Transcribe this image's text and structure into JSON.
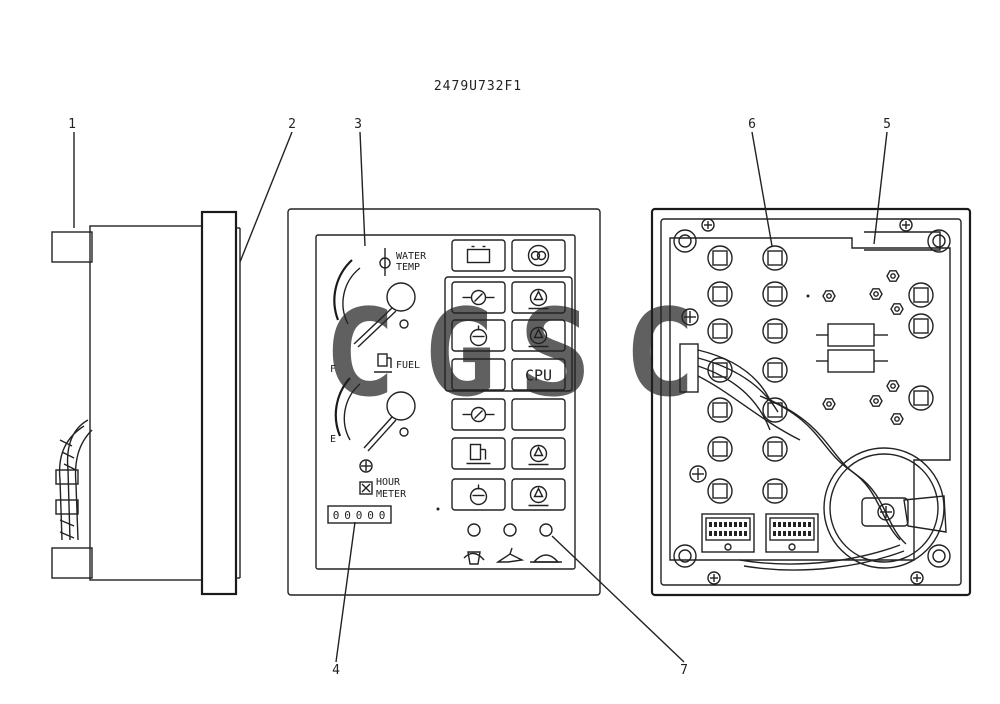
{
  "drawing_number": "2479U732F1",
  "callouts": [
    "1",
    "2",
    "3",
    "4",
    "5",
    "6",
    "7"
  ],
  "gauges": {
    "water_temp_label": [
      "WATER",
      "TEMP"
    ],
    "fuel_label": "FUEL",
    "fuel_full_mark": "F",
    "fuel_empty_mark": "E"
  },
  "hour_meter": {
    "label": [
      "HOUR",
      "METER"
    ],
    "digits": [
      "0",
      "0",
      "0",
      "0",
      "0"
    ]
  },
  "indicators": {
    "cpu_label": "CPU"
  },
  "watermark": {
    "letters": [
      "C",
      "G",
      "S",
      "C"
    ],
    "colors": [
      "#4a86e8",
      "#e06666",
      "#f1c232",
      "#57bb8a"
    ]
  }
}
